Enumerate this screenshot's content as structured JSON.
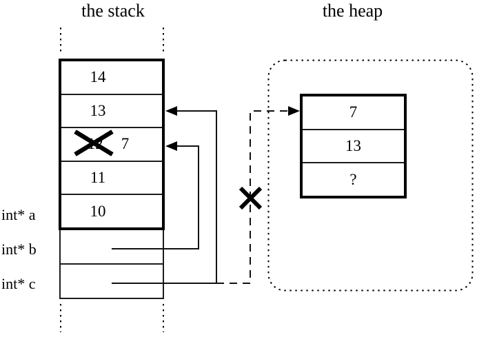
{
  "stack": {
    "title": "the stack",
    "frame_cells": [
      {
        "value": "14"
      },
      {
        "value": "13"
      },
      {
        "old_value": "12",
        "value": "7",
        "crossed_out": true
      },
      {
        "value": "11"
      },
      {
        "value": "10"
      }
    ],
    "variable_labels": [
      "int* a",
      "int* b",
      "int* c"
    ]
  },
  "heap": {
    "title": "the heap",
    "block_cells": [
      "7",
      "13",
      "?"
    ]
  },
  "pointers": {
    "b_pointer": {
      "style": "solid",
      "target": "stack cell with crossed-out 12 / new 7"
    },
    "c_pointer": {
      "style": "solid",
      "target": "stack cell 13"
    },
    "c_old_pointer": {
      "style": "dashed",
      "target": "heap block",
      "invalidated": "crossed out with X"
    }
  },
  "colors": {
    "ink": "#000000",
    "background": "#ffffff"
  }
}
